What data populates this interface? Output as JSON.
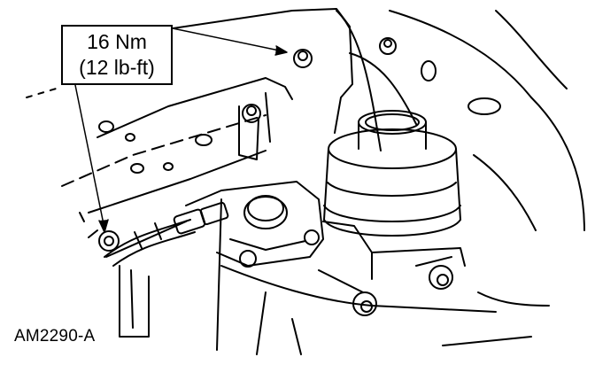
{
  "callout": {
    "torque_metric": "16 Nm",
    "torque_imperial": "(12 lb-ft)"
  },
  "figure": {
    "id": "AM2290-A"
  },
  "colors": {
    "line": "#000000",
    "background": "#ffffff"
  }
}
